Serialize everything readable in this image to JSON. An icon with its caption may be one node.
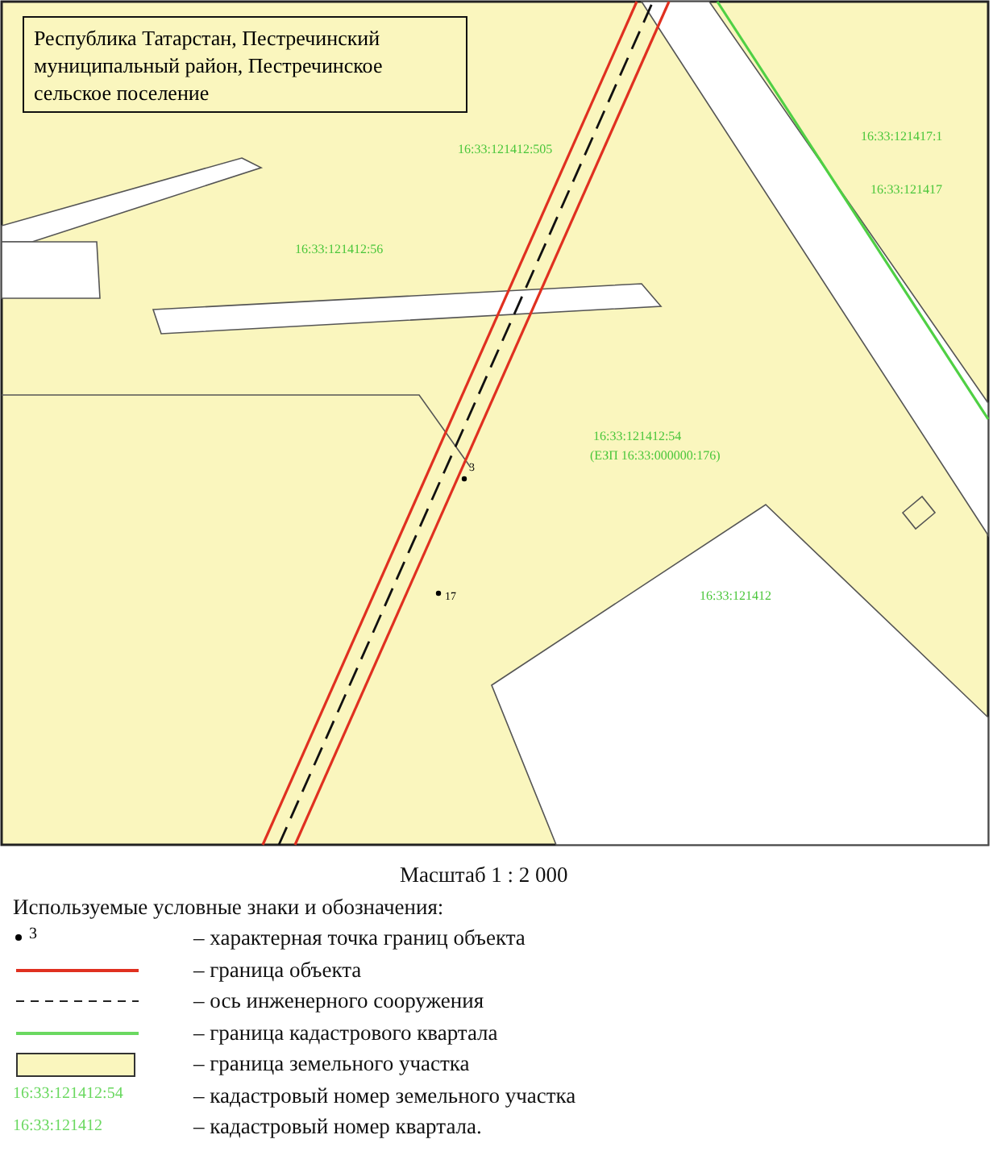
{
  "diagram": {
    "nodes": [
      {
        "text": [
          "Республика Татарстан, Пестречинский муниципальный район, Пестречинское сельское поселение"
        ]
      }
    ],
    "labels": [
      "16:33:121412:505",
      "16:33:121417:1",
      "16:33:121417",
      "16:33:121412:56",
      "16:33:121412:54",
      "(ЕЗП 16:33:000000:176)",
      "3",
      "16:33:121412",
      "17",
      "Масштаб 1 : 2 000",
      "Используемые условные знаки и обозначения:",
      "3",
      "16:33:121412:54",
      "16:33:121412"
    ],
    "legend": [
      {
        "text": "– характерная точка границ объекта"
      },
      {
        "text": "– граница объекта"
      },
      {
        "text": "– ось инженерного сооружения"
      },
      {
        "text": "– граница кадастрового квартала"
      },
      {
        "text": "– граница земельного участка"
      },
      {
        "text": "– кадастровый номер земельного участка"
      },
      {
        "text": "– кадастровый номер квартала."
      }
    ]
  }
}
